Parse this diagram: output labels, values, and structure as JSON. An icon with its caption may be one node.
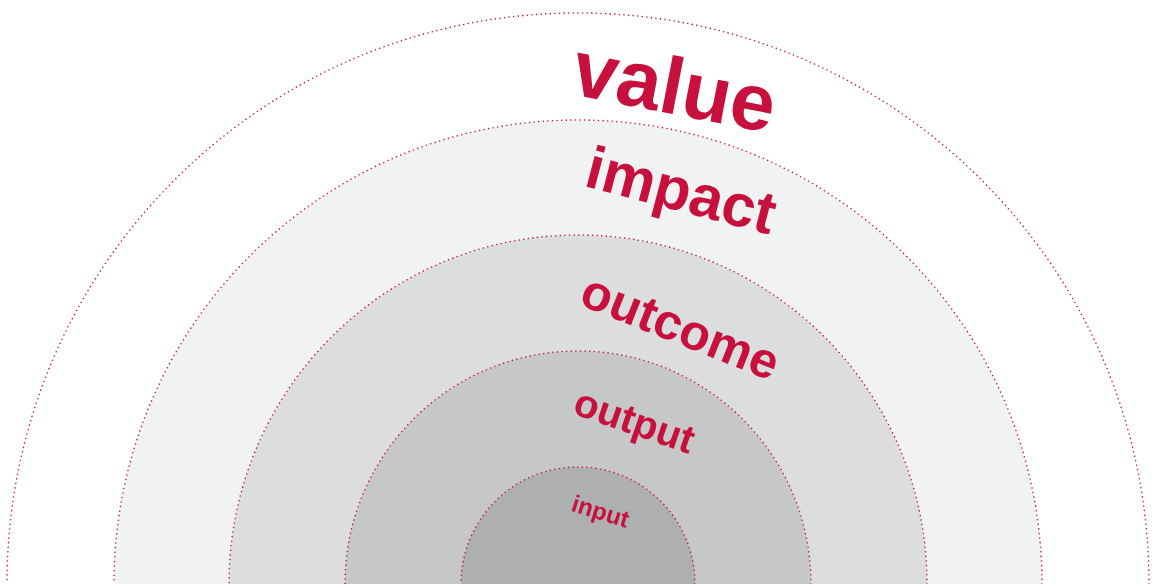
{
  "diagram": {
    "nodes": [
      {
        "text": [
          "value"
        ]
      },
      {
        "text": [
          "impact"
        ],
        "in": 0
      },
      {
        "text": [
          "outcome"
        ],
        "in": 1
      },
      {
        "text": [
          "output"
        ],
        "in": 2
      },
      {
        "text": [
          "input"
        ],
        "in": 3
      }
    ]
  }
}
